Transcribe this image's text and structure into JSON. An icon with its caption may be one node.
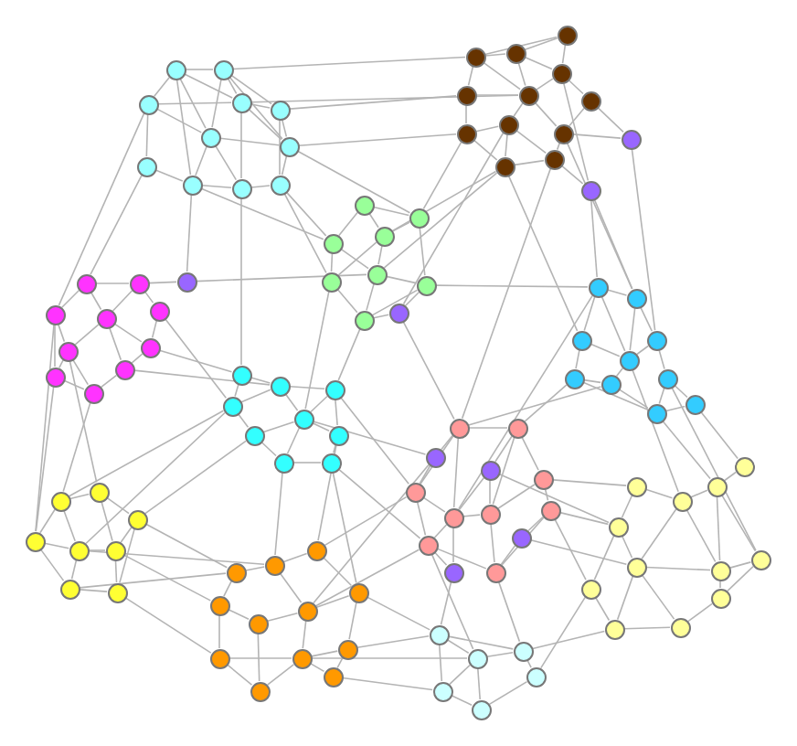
{
  "diagram": {
    "nodes": [
      {
        "text": [],
        "shape": "circle"
      },
      {
        "text": [],
        "shape": "circle"
      },
      {
        "text": [],
        "shape": "circle"
      },
      {
        "text": [],
        "shape": "circle"
      },
      {
        "text": [],
        "shape": "circle"
      },
      {
        "text": [],
        "shape": "circle"
      },
      {
        "text": [],
        "shape": "circle"
      },
      {
        "text": [],
        "shape": "circle"
      },
      {
        "text": [],
        "shape": "circle"
      },
      {
        "text": [],
        "shape": "circle"
      },
      {
        "text": [],
        "shape": "circle"
      },
      {
        "text": [],
        "shape": "circle"
      },
      {
        "text": [],
        "shape": "circle"
      },
      {
        "text": [],
        "shape": "circle"
      },
      {
        "text": [],
        "shape": "circle"
      },
      {
        "text": [],
        "shape": "circle"
      },
      {
        "text": [],
        "shape": "circle"
      },
      {
        "text": [],
        "shape": "circle"
      },
      {
        "text": [],
        "shape": "circle"
      },
      {
        "text": [],
        "shape": "circle"
      },
      {
        "text": [],
        "shape": "circle"
      },
      {
        "text": [],
        "shape": "circle"
      },
      {
        "text": [],
        "shape": "circle"
      },
      {
        "text": [],
        "shape": "circle"
      },
      {
        "text": [],
        "shape": "circle"
      },
      {
        "text": [],
        "shape": "circle"
      },
      {
        "text": [],
        "shape": "circle"
      },
      {
        "text": [],
        "shape": "circle"
      },
      {
        "text": [],
        "shape": "circle"
      },
      {
        "text": [],
        "shape": "circle"
      },
      {
        "text": [],
        "shape": "circle"
      },
      {
        "text": [],
        "shape": "circle"
      },
      {
        "text": [],
        "shape": "circle"
      },
      {
        "text": [],
        "shape": "circle"
      },
      {
        "text": [],
        "shape": "circle"
      },
      {
        "text": [],
        "shape": "circle"
      },
      {
        "text": [],
        "shape": "circle"
      },
      {
        "text": [],
        "shape": "circle"
      },
      {
        "text": [],
        "shape": "circle"
      },
      {
        "text": [],
        "shape": "circle"
      },
      {
        "text": [],
        "shape": "circle"
      },
      {
        "text": [],
        "shape": "circle"
      },
      {
        "text": [],
        "shape": "circle"
      },
      {
        "text": [],
        "shape": "circle"
      },
      {
        "text": [],
        "shape": "circle"
      },
      {
        "text": [],
        "shape": "circle"
      },
      {
        "text": [],
        "shape": "circle"
      },
      {
        "text": [],
        "shape": "circle"
      },
      {
        "text": [],
        "shape": "circle"
      },
      {
        "text": [],
        "shape": "circle"
      },
      {
        "text": [],
        "shape": "circle"
      },
      {
        "text": [],
        "shape": "circle"
      },
      {
        "text": [],
        "shape": "circle"
      },
      {
        "text": [],
        "shape": "circle"
      },
      {
        "text": [],
        "shape": "circle"
      },
      {
        "text": [],
        "shape": "circle"
      },
      {
        "text": [],
        "shape": "circle"
      },
      {
        "text": [],
        "shape": "circle"
      },
      {
        "text": [],
        "shape": "circle"
      },
      {
        "text": [],
        "shape": "circle"
      },
      {
        "text": [],
        "shape": "circle"
      },
      {
        "text": [],
        "shape": "circle"
      },
      {
        "text": [],
        "shape": "circle"
      },
      {
        "text": [],
        "shape": "circle"
      },
      {
        "text": [],
        "shape": "circle"
      },
      {
        "text": [],
        "shape": "circle"
      },
      {
        "text": [],
        "shape": "circle"
      },
      {
        "text": [],
        "shape": "circle"
      },
      {
        "text": [],
        "shape": "circle"
      },
      {
        "text": [],
        "shape": "circle"
      },
      {
        "text": [],
        "shape": "circle"
      },
      {
        "text": [],
        "shape": "circle"
      },
      {
        "text": [],
        "shape": "circle"
      },
      {
        "text": [],
        "shape": "circle"
      },
      {
        "text": [],
        "shape": "circle"
      },
      {
        "text": [],
        "shape": "circle"
      },
      {
        "text": [],
        "shape": "circle"
      },
      {
        "text": [],
        "shape": "circle"
      },
      {
        "text": [],
        "shape": "circle"
      },
      {
        "text": [],
        "shape": "circle"
      },
      {
        "text": [],
        "shape": "circle"
      },
      {
        "text": [],
        "shape": "circle"
      },
      {
        "text": [],
        "shape": "circle"
      },
      {
        "text": [],
        "shape": "circle"
      },
      {
        "text": [],
        "shape": "circle"
      },
      {
        "text": [],
        "shape": "circle"
      },
      {
        "text": [],
        "shape": "circle"
      },
      {
        "text": [],
        "shape": "circle"
      },
      {
        "text": [],
        "shape": "circle"
      },
      {
        "text": [],
        "shape": "circle"
      },
      {
        "text": [],
        "shape": "circle"
      },
      {
        "text": [],
        "shape": "circle"
      },
      {
        "text": [],
        "shape": "circle"
      },
      {
        "text": [],
        "shape": "circle"
      },
      {
        "text": [],
        "shape": "circle"
      },
      {
        "text": [],
        "shape": "circle"
      },
      {
        "text": [],
        "shape": "circle"
      },
      {
        "text": [],
        "shape": "circle"
      },
      {
        "text": [],
        "shape": "circle"
      },
      {
        "text": [],
        "shape": "circle"
      },
      {
        "text": [],
        "shape": "circle"
      },
      {
        "text": [],
        "shape": "circle"
      },
      {
        "text": [],
        "shape": "circle"
      },
      {
        "text": [],
        "shape": "circle"
      },
      {
        "text": [],
        "shape": "circle"
      },
      {
        "text": [],
        "shape": "circle"
      },
      {
        "text": [],
        "shape": "circle"
      },
      {
        "text": [],
        "shape": "circle"
      },
      {
        "text": [],
        "shape": "circle"
      },
      {
        "text": [],
        "shape": "circle"
      },
      {
        "text": [],
        "shape": "circle"
      },
      {
        "text": [],
        "shape": "circle"
      },
      {
        "text": [],
        "shape": "circle"
      },
      {
        "text": [],
        "shape": "circle"
      },
      {
        "text": [],
        "shape": "circle"
      }
    ],
    "edges": [
      {
        "from": 0,
        "to": 1,
        "arrow": "none"
      },
      {
        "from": 0,
        "to": 2,
        "arrow": "none"
      },
      {
        "from": 0,
        "to": 3,
        "arrow": "none"
      },
      {
        "from": 0,
        "to": 5,
        "arrow": "none"
      },
      {
        "from": 1,
        "to": 3,
        "arrow": "none"
      },
      {
        "from": 1,
        "to": 4,
        "arrow": "none"
      },
      {
        "from": 1,
        "to": 5,
        "arrow": "none"
      },
      {
        "from": 2,
        "to": 7,
        "arrow": "none"
      },
      {
        "from": 2,
        "to": 5,
        "arrow": "none"
      },
      {
        "from": 2,
        "to": 3,
        "arrow": "none"
      },
      {
        "from": 3,
        "to": 4,
        "arrow": "none"
      },
      {
        "from": 3,
        "to": 6,
        "arrow": "none"
      },
      {
        "from": 4,
        "to": 6,
        "arrow": "none"
      },
      {
        "from": 5,
        "to": 8,
        "arrow": "none"
      },
      {
        "from": 5,
        "to": 9,
        "arrow": "none"
      },
      {
        "from": 5,
        "to": 6,
        "arrow": "none"
      },
      {
        "from": 6,
        "to": 10,
        "arrow": "none"
      },
      {
        "from": 7,
        "to": 8,
        "arrow": "none"
      },
      {
        "from": 8,
        "to": 9,
        "arrow": "none"
      },
      {
        "from": 9,
        "to": 10,
        "arrow": "none"
      },
      {
        "from": 4,
        "to": 10,
        "arrow": "none"
      },
      {
        "from": 3,
        "to": 9,
        "arrow": "none"
      },
      {
        "from": 1,
        "to": 6,
        "arrow": "none"
      },
      {
        "from": 0,
        "to": 8,
        "arrow": "none"
      },
      {
        "from": 11,
        "to": 13,
        "arrow": "none"
      },
      {
        "from": 11,
        "to": 14,
        "arrow": "none"
      },
      {
        "from": 11,
        "to": 12,
        "arrow": "none"
      },
      {
        "from": 12,
        "to": 13,
        "arrow": "none"
      },
      {
        "from": 12,
        "to": 15,
        "arrow": "none"
      },
      {
        "from": 13,
        "to": 16,
        "arrow": "none"
      },
      {
        "from": 14,
        "to": 16,
        "arrow": "none"
      },
      {
        "from": 14,
        "to": 17,
        "arrow": "none"
      },
      {
        "from": 15,
        "to": 16,
        "arrow": "none"
      },
      {
        "from": 15,
        "to": 19,
        "arrow": "none"
      },
      {
        "from": 16,
        "to": 18,
        "arrow": "none"
      },
      {
        "from": 16,
        "to": 20,
        "arrow": "none"
      },
      {
        "from": 17,
        "to": 20,
        "arrow": "none"
      },
      {
        "from": 18,
        "to": 19,
        "arrow": "none"
      },
      {
        "from": 18,
        "to": 22,
        "arrow": "none"
      },
      {
        "from": 19,
        "to": 22,
        "arrow": "none"
      },
      {
        "from": 20,
        "to": 21,
        "arrow": "none"
      },
      {
        "from": 21,
        "to": 22,
        "arrow": "none"
      },
      {
        "from": 18,
        "to": 21,
        "arrow": "none"
      },
      {
        "from": 13,
        "to": 14,
        "arrow": "none"
      },
      {
        "from": 12,
        "to": 16,
        "arrow": "none"
      },
      {
        "from": 17,
        "to": 23,
        "arrow": "none"
      },
      {
        "from": 20,
        "to": 23,
        "arrow": "none"
      },
      {
        "from": 21,
        "to": 24,
        "arrow": "none"
      },
      {
        "from": 14,
        "to": 24,
        "arrow": "none"
      },
      {
        "from": 31,
        "to": 34,
        "arrow": "none"
      },
      {
        "from": 31,
        "to": 33,
        "arrow": "none"
      },
      {
        "from": 32,
        "to": 34,
        "arrow": "none"
      },
      {
        "from": 32,
        "to": 37,
        "arrow": "none"
      },
      {
        "from": 33,
        "to": 35,
        "arrow": "none"
      },
      {
        "from": 33,
        "to": 36,
        "arrow": "none"
      },
      {
        "from": 34,
        "to": 36,
        "arrow": "none"
      },
      {
        "from": 35,
        "to": 38,
        "arrow": "none"
      },
      {
        "from": 36,
        "to": 38,
        "arrow": "none"
      },
      {
        "from": 36,
        "to": 37,
        "arrow": "none"
      },
      {
        "from": 37,
        "to": 38,
        "arrow": "none"
      },
      {
        "from": 31,
        "to": 32,
        "arrow": "none"
      },
      {
        "from": 34,
        "to": 35,
        "arrow": "none"
      },
      {
        "from": 39,
        "to": 40,
        "arrow": "none"
      },
      {
        "from": 39,
        "to": 41,
        "arrow": "none"
      },
      {
        "from": 39,
        "to": 42,
        "arrow": "none"
      },
      {
        "from": 40,
        "to": 42,
        "arrow": "none"
      },
      {
        "from": 40,
        "to": 43,
        "arrow": "none"
      },
      {
        "from": 41,
        "to": 44,
        "arrow": "none"
      },
      {
        "from": 41,
        "to": 47,
        "arrow": "none"
      },
      {
        "from": 42,
        "to": 45,
        "arrow": "none"
      },
      {
        "from": 42,
        "to": 44,
        "arrow": "none"
      },
      {
        "from": 43,
        "to": 45,
        "arrow": "none"
      },
      {
        "from": 44,
        "to": 47,
        "arrow": "none"
      },
      {
        "from": 45,
        "to": 46,
        "arrow": "none"
      },
      {
        "from": 46,
        "to": 48,
        "arrow": "none"
      },
      {
        "from": 47,
        "to": 48,
        "arrow": "none"
      },
      {
        "from": 44,
        "to": 48,
        "arrow": "none"
      },
      {
        "from": 42,
        "to": 46,
        "arrow": "none"
      },
      {
        "from": 49,
        "to": 50,
        "arrow": "none"
      },
      {
        "from": 49,
        "to": 51,
        "arrow": "none"
      },
      {
        "from": 49,
        "to": 53,
        "arrow": "none"
      },
      {
        "from": 50,
        "to": 52,
        "arrow": "none"
      },
      {
        "from": 51,
        "to": 54,
        "arrow": "none"
      },
      {
        "from": 51,
        "to": 53,
        "arrow": "none"
      },
      {
        "from": 52,
        "to": 53,
        "arrow": "none"
      },
      {
        "from": 52,
        "to": 56,
        "arrow": "none"
      },
      {
        "from": 53,
        "to": 55,
        "arrow": "none"
      },
      {
        "from": 54,
        "to": 55,
        "arrow": "none"
      },
      {
        "from": 55,
        "to": 58,
        "arrow": "none"
      },
      {
        "from": 56,
        "to": 57,
        "arrow": "none"
      },
      {
        "from": 57,
        "to": 58,
        "arrow": "none"
      },
      {
        "from": 56,
        "to": 58,
        "arrow": "none"
      },
      {
        "from": 50,
        "to": 53,
        "arrow": "none"
      },
      {
        "from": 54,
        "to": 58,
        "arrow": "none"
      },
      {
        "from": 59,
        "to": 60,
        "arrow": "none"
      },
      {
        "from": 59,
        "to": 62,
        "arrow": "none"
      },
      {
        "from": 60,
        "to": 61,
        "arrow": "none"
      },
      {
        "from": 60,
        "to": 63,
        "arrow": "none"
      },
      {
        "from": 61,
        "to": 64,
        "arrow": "none"
      },
      {
        "from": 62,
        "to": 65,
        "arrow": "none"
      },
      {
        "from": 63,
        "to": 65,
        "arrow": "none"
      },
      {
        "from": 63,
        "to": 64,
        "arrow": "none"
      },
      {
        "from": 63,
        "to": 66,
        "arrow": "none"
      },
      {
        "from": 64,
        "to": 67,
        "arrow": "none"
      },
      {
        "from": 65,
        "to": 66,
        "arrow": "none"
      },
      {
        "from": 66,
        "to": 67,
        "arrow": "none"
      },
      {
        "from": 60,
        "to": 62,
        "arrow": "none"
      },
      {
        "from": 61,
        "to": 63,
        "arrow": "none"
      },
      {
        "from": 68,
        "to": 69,
        "arrow": "none"
      },
      {
        "from": 68,
        "to": 70,
        "arrow": "none"
      },
      {
        "from": 68,
        "to": 71,
        "arrow": "none"
      },
      {
        "from": 69,
        "to": 73,
        "arrow": "none"
      },
      {
        "from": 69,
        "to": 72,
        "arrow": "none"
      },
      {
        "from": 70,
        "to": 71,
        "arrow": "none"
      },
      {
        "from": 70,
        "to": 75,
        "arrow": "none"
      },
      {
        "from": 71,
        "to": 72,
        "arrow": "none"
      },
      {
        "from": 72,
        "to": 73,
        "arrow": "none"
      },
      {
        "from": 73,
        "to": 74,
        "arrow": "none"
      },
      {
        "from": 72,
        "to": 76,
        "arrow": "none"
      },
      {
        "from": 74,
        "to": 76,
        "arrow": "none"
      },
      {
        "from": 75,
        "to": 76,
        "arrow": "none"
      },
      {
        "from": 71,
        "to": 75,
        "arrow": "none"
      },
      {
        "from": 27,
        "to": 68,
        "arrow": "none"
      },
      {
        "from": 27,
        "to": 70,
        "arrow": "none"
      },
      {
        "from": 28,
        "to": 69,
        "arrow": "none"
      },
      {
        "from": 28,
        "to": 71,
        "arrow": "none"
      },
      {
        "from": 28,
        "to": 72,
        "arrow": "none"
      },
      {
        "from": 29,
        "to": 74,
        "arrow": "none"
      },
      {
        "from": 29,
        "to": 76,
        "arrow": "none"
      },
      {
        "from": 30,
        "to": 75,
        "arrow": "none"
      },
      {
        "from": 30,
        "to": 71,
        "arrow": "none"
      },
      {
        "from": 77,
        "to": 80,
        "arrow": "none"
      },
      {
        "from": 78,
        "to": 79,
        "arrow": "none"
      },
      {
        "from": 79,
        "to": 80,
        "arrow": "none"
      },
      {
        "from": 78,
        "to": 81,
        "arrow": "none"
      },
      {
        "from": 79,
        "to": 82,
        "arrow": "none"
      },
      {
        "from": 80,
        "to": 83,
        "arrow": "none"
      },
      {
        "from": 80,
        "to": 84,
        "arrow": "none"
      },
      {
        "from": 81,
        "to": 82,
        "arrow": "none"
      },
      {
        "from": 81,
        "to": 85,
        "arrow": "none"
      },
      {
        "from": 82,
        "to": 83,
        "arrow": "none"
      },
      {
        "from": 83,
        "to": 84,
        "arrow": "none"
      },
      {
        "from": 83,
        "to": 86,
        "arrow": "none"
      },
      {
        "from": 85,
        "to": 87,
        "arrow": "none"
      },
      {
        "from": 86,
        "to": 88,
        "arrow": "none"
      },
      {
        "from": 87,
        "to": 88,
        "arrow": "none"
      },
      {
        "from": 82,
        "to": 87,
        "arrow": "none"
      },
      {
        "from": 79,
        "to": 83,
        "arrow": "none"
      },
      {
        "from": 84,
        "to": 86,
        "arrow": "none"
      },
      {
        "from": 82,
        "to": 88,
        "arrow": "none"
      },
      {
        "from": 89,
        "to": 90,
        "arrow": "none"
      },
      {
        "from": 89,
        "to": 91,
        "arrow": "none"
      },
      {
        "from": 89,
        "to": 92,
        "arrow": "none"
      },
      {
        "from": 90,
        "to": 93,
        "arrow": "none"
      },
      {
        "from": 90,
        "to": 94,
        "arrow": "none"
      },
      {
        "from": 91,
        "to": 92,
        "arrow": "none"
      },
      {
        "from": 91,
        "to": 95,
        "arrow": "none"
      },
      {
        "from": 92,
        "to": 93,
        "arrow": "none"
      },
      {
        "from": 93,
        "to": 94,
        "arrow": "none"
      },
      {
        "from": 92,
        "to": 95,
        "arrow": "none"
      },
      {
        "from": 93,
        "to": 96,
        "arrow": "none"
      },
      {
        "from": 95,
        "to": 96,
        "arrow": "none"
      },
      {
        "from": 94,
        "to": 96,
        "arrow": "none"
      },
      {
        "from": 97,
        "to": 98,
        "arrow": "none"
      },
      {
        "from": 97,
        "to": 100,
        "arrow": "none"
      },
      {
        "from": 98,
        "to": 99,
        "arrow": "none"
      },
      {
        "from": 98,
        "to": 102,
        "arrow": "none"
      },
      {
        "from": 99,
        "to": 101,
        "arrow": "none"
      },
      {
        "from": 100,
        "to": 102,
        "arrow": "none"
      },
      {
        "from": 100,
        "to": 104,
        "arrow": "none"
      },
      {
        "from": 101,
        "to": 103,
        "arrow": "none"
      },
      {
        "from": 101,
        "to": 105,
        "arrow": "none"
      },
      {
        "from": 102,
        "to": 103,
        "arrow": "none"
      },
      {
        "from": 102,
        "to": 106,
        "arrow": "none"
      },
      {
        "from": 103,
        "to": 108,
        "arrow": "none"
      },
      {
        "from": 104,
        "to": 106,
        "arrow": "none"
      },
      {
        "from": 104,
        "to": 107,
        "arrow": "none"
      },
      {
        "from": 105,
        "to": 108,
        "arrow": "none"
      },
      {
        "from": 106,
        "to": 107,
        "arrow": "none"
      },
      {
        "from": 106,
        "to": 108,
        "arrow": "none"
      },
      {
        "from": 105,
        "to": 106,
        "arrow": "none"
      },
      {
        "from": 109,
        "to": 111,
        "arrow": "none"
      },
      {
        "from": 109,
        "to": 112,
        "arrow": "none"
      },
      {
        "from": 110,
        "to": 111,
        "arrow": "none"
      },
      {
        "from": 110,
        "to": 113,
        "arrow": "none"
      },
      {
        "from": 111,
        "to": 112,
        "arrow": "none"
      },
      {
        "from": 111,
        "to": 114,
        "arrow": "none"
      },
      {
        "from": 112,
        "to": 114,
        "arrow": "none"
      },
      {
        "from": 113,
        "to": 114,
        "arrow": "none"
      },
      {
        "from": 109,
        "to": 110,
        "arrow": "none"
      },
      {
        "from": 1,
        "to": 12,
        "arrow": "none"
      },
      {
        "from": 4,
        "to": 15,
        "arrow": "none"
      },
      {
        "from": 6,
        "to": 19,
        "arrow": "none"
      },
      {
        "from": 10,
        "to": 35,
        "arrow": "none"
      },
      {
        "from": 9,
        "to": 59,
        "arrow": "none"
      },
      {
        "from": 8,
        "to": 25,
        "arrow": "none"
      },
      {
        "from": 7,
        "to": 39,
        "arrow": "none"
      },
      {
        "from": 2,
        "to": 41,
        "arrow": "none"
      },
      {
        "from": 25,
        "to": 40,
        "arrow": "none"
      },
      {
        "from": 25,
        "to": 36,
        "arrow": "none"
      },
      {
        "from": 26,
        "to": 38,
        "arrow": "none"
      },
      {
        "from": 26,
        "to": 68,
        "arrow": "none"
      },
      {
        "from": 26,
        "to": 37,
        "arrow": "none"
      },
      {
        "from": 32,
        "to": 19,
        "arrow": "none"
      },
      {
        "from": 34,
        "to": 22,
        "arrow": "none"
      },
      {
        "from": 37,
        "to": 49,
        "arrow": "none"
      },
      {
        "from": 38,
        "to": 61,
        "arrow": "none"
      },
      {
        "from": 22,
        "to": 51,
        "arrow": "none"
      },
      {
        "from": 24,
        "to": 49,
        "arrow": "none"
      },
      {
        "from": 24,
        "to": 50,
        "arrow": "none"
      },
      {
        "from": 23,
        "to": 52,
        "arrow": "none"
      },
      {
        "from": 21,
        "to": 68,
        "arrow": "none"
      },
      {
        "from": 35,
        "to": 63,
        "arrow": "none"
      },
      {
        "from": 33,
        "to": 8,
        "arrow": "none"
      },
      {
        "from": 43,
        "to": 62,
        "arrow": "none"
      },
      {
        "from": 45,
        "to": 59,
        "arrow": "none"
      },
      {
        "from": 48,
        "to": 89,
        "arrow": "none"
      },
      {
        "from": 47,
        "to": 91,
        "arrow": "none"
      },
      {
        "from": 46,
        "to": 60,
        "arrow": "none"
      },
      {
        "from": 44,
        "to": 90,
        "arrow": "none"
      },
      {
        "from": 94,
        "to": 99,
        "arrow": "none"
      },
      {
        "from": 93,
        "to": 101,
        "arrow": "none"
      },
      {
        "from": 96,
        "to": 105,
        "arrow": "none"
      },
      {
        "from": 89,
        "to": 62,
        "arrow": "none"
      },
      {
        "from": 92,
        "to": 98,
        "arrow": "none"
      },
      {
        "from": 64,
        "to": 97,
        "arrow": "none"
      },
      {
        "from": 67,
        "to": 100,
        "arrow": "none"
      },
      {
        "from": 66,
        "to": 98,
        "arrow": "none"
      },
      {
        "from": 61,
        "to": 70,
        "arrow": "none"
      },
      {
        "from": 63,
        "to": 27,
        "arrow": "none"
      },
      {
        "from": 67,
        "to": 75,
        "arrow": "none"
      },
      {
        "from": 104,
        "to": 109,
        "arrow": "none"
      },
      {
        "from": 107,
        "to": 112,
        "arrow": "none"
      },
      {
        "from": 100,
        "to": 109,
        "arrow": "none"
      },
      {
        "from": 76,
        "to": 110,
        "arrow": "none"
      },
      {
        "from": 30,
        "to": 109,
        "arrow": "none"
      },
      {
        "from": 75,
        "to": 111,
        "arrow": "none"
      },
      {
        "from": 113,
        "to": 85,
        "arrow": "none"
      },
      {
        "from": 110,
        "to": 87,
        "arrow": "none"
      },
      {
        "from": 74,
        "to": 81,
        "arrow": "none"
      },
      {
        "from": 73,
        "to": 78,
        "arrow": "none"
      },
      {
        "from": 69,
        "to": 54,
        "arrow": "none"
      },
      {
        "from": 68,
        "to": 55,
        "arrow": "none"
      },
      {
        "from": 58,
        "to": 80,
        "arrow": "none"
      },
      {
        "from": 57,
        "to": 77,
        "arrow": "none"
      },
      {
        "from": 53,
        "to": 79,
        "arrow": "none"
      },
      {
        "from": 56,
        "to": 84,
        "arrow": "none"
      },
      {
        "from": 74,
        "to": 85,
        "arrow": "none"
      },
      {
        "from": 49,
        "to": 71,
        "arrow": "none"
      },
      {
        "from": 28,
        "to": 81,
        "arrow": "none"
      },
      {
        "from": 29,
        "to": 82,
        "arrow": "none"
      },
      {
        "from": 27,
        "to": 102,
        "arrow": "none"
      },
      {
        "from": 70,
        "to": 97,
        "arrow": "none"
      },
      {
        "from": 106,
        "to": 111,
        "arrow": "none"
      },
      {
        "from": 3,
        "to": 16,
        "arrow": "none"
      },
      {
        "from": 6,
        "to": 32,
        "arrow": "none"
      },
      {
        "from": 10,
        "to": 33,
        "arrow": "none"
      },
      {
        "from": 41,
        "to": 91,
        "arrow": "none"
      },
      {
        "from": 95,
        "to": 99,
        "arrow": "none"
      },
      {
        "from": 62,
        "to": 92,
        "arrow": "none"
      },
      {
        "from": 65,
        "to": 94,
        "arrow": "none"
      },
      {
        "from": 102,
        "to": 75,
        "arrow": "none"
      },
      {
        "from": 18,
        "to": 26,
        "arrow": "none"
      },
      {
        "from": 22,
        "to": 36,
        "arrow": "none"
      },
      {
        "from": 20,
        "to": 50,
        "arrow": "none"
      }
    ]
  }
}
